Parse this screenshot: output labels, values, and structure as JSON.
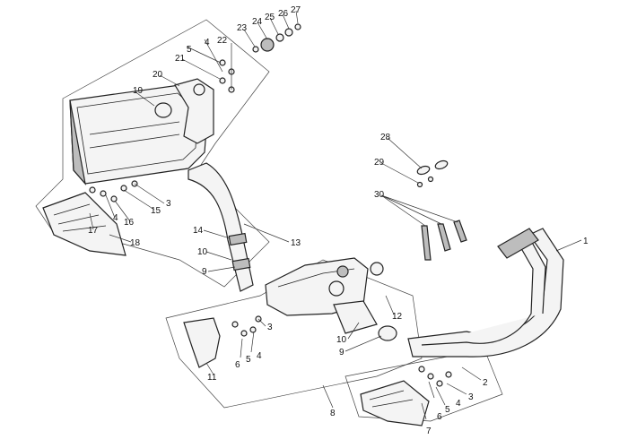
{
  "diagram": {
    "type": "exploded-parts-diagram",
    "callouts": [
      {
        "id": "c1",
        "text": "1"
      },
      {
        "id": "c2",
        "text": "2"
      },
      {
        "id": "c3a",
        "text": "3"
      },
      {
        "id": "c3b",
        "text": "3"
      },
      {
        "id": "c3c",
        "text": "3"
      },
      {
        "id": "c4a",
        "text": "4"
      },
      {
        "id": "c4b",
        "text": "4"
      },
      {
        "id": "c4c",
        "text": "4"
      },
      {
        "id": "c4d",
        "text": "4"
      },
      {
        "id": "c5a",
        "text": "5"
      },
      {
        "id": "c5b",
        "text": "5"
      },
      {
        "id": "c5c",
        "text": "5"
      },
      {
        "id": "c6a",
        "text": "6"
      },
      {
        "id": "c6b",
        "text": "6"
      },
      {
        "id": "c7",
        "text": "7"
      },
      {
        "id": "c8",
        "text": "8"
      },
      {
        "id": "c9a",
        "text": "9"
      },
      {
        "id": "c9b",
        "text": "9"
      },
      {
        "id": "c10a",
        "text": "10"
      },
      {
        "id": "c10b",
        "text": "10"
      },
      {
        "id": "c11",
        "text": "11"
      },
      {
        "id": "c12",
        "text": "12"
      },
      {
        "id": "c13",
        "text": "13"
      },
      {
        "id": "c14",
        "text": "14"
      },
      {
        "id": "c15",
        "text": "15"
      },
      {
        "id": "c16",
        "text": "16"
      },
      {
        "id": "c17",
        "text": "17"
      },
      {
        "id": "c18",
        "text": "18"
      },
      {
        "id": "c19",
        "text": "19"
      },
      {
        "id": "c20",
        "text": "20"
      },
      {
        "id": "c21",
        "text": "21"
      },
      {
        "id": "c22",
        "text": "22"
      },
      {
        "id": "c23",
        "text": "23"
      },
      {
        "id": "c24",
        "text": "24"
      },
      {
        "id": "c25",
        "text": "25"
      },
      {
        "id": "c26",
        "text": "26"
      },
      {
        "id": "c27",
        "text": "27"
      },
      {
        "id": "c28",
        "text": "28"
      },
      {
        "id": "c29",
        "text": "29"
      },
      {
        "id": "c30",
        "text": "30"
      }
    ]
  }
}
